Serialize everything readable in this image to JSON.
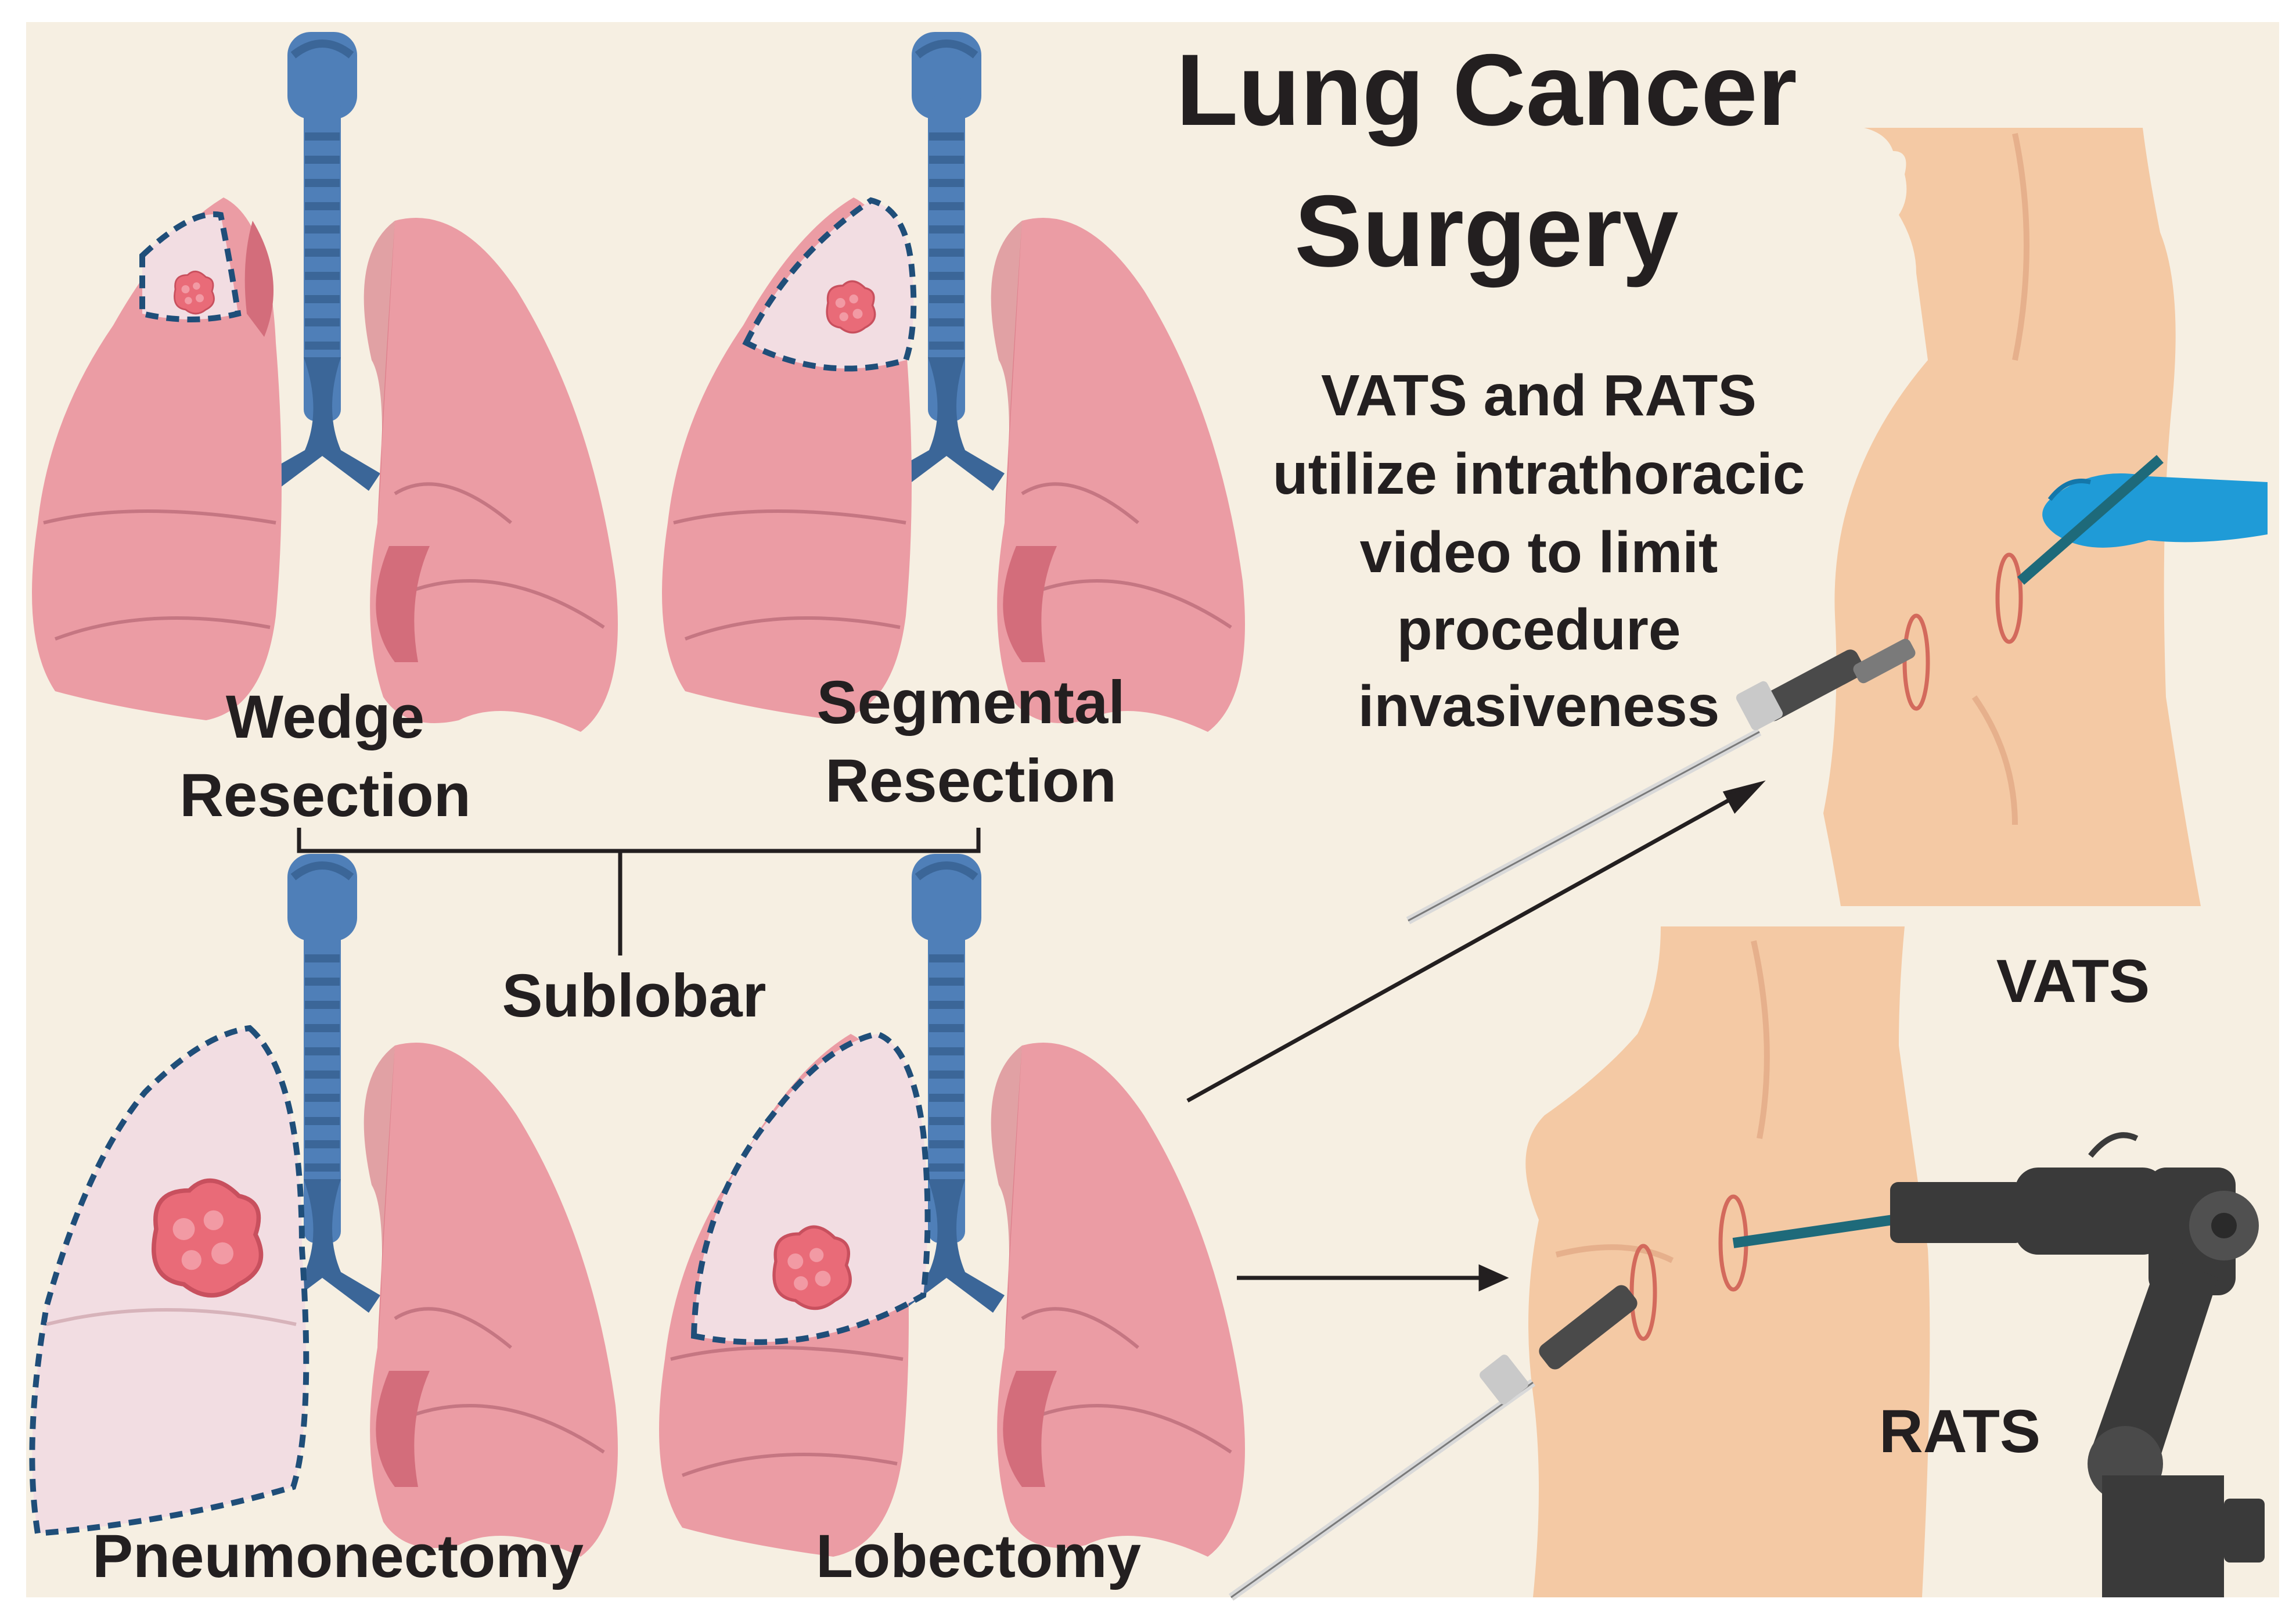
{
  "title": {
    "line1": "Lung Cancer",
    "line2": "Surgery"
  },
  "description": {
    "lines": [
      "VATS and RATS",
      "utilize intrathoracic",
      "video to limit",
      "procedure",
      "invasiveness"
    ]
  },
  "procedures": {
    "wedge": {
      "line1": "Wedge",
      "line2": "Resection"
    },
    "segmental": {
      "line1": "Segmental",
      "line2": "Resection"
    },
    "sublobar": "Sublobar",
    "pneumonectomy": "Pneumonectomy",
    "lobectomy": "Lobectomy"
  },
  "approaches": {
    "vats": "VATS",
    "rats": "RATS"
  },
  "colors": {
    "background": "#f6efe2",
    "lung": "#eb9ca4",
    "lung_dark": "#d36d7b",
    "lung_line": "#c57682",
    "trachea": "#4f7fb8",
    "trachea_dark": "#3b6698",
    "resected_region": "#f2dde2",
    "dash_outline": "#1f4e79",
    "tumor": "#e96b78",
    "skin": "#f4c9a4",
    "skin_shade": "#e6b08c",
    "glove": "#1f9bd7",
    "robot": "#3a3a3a",
    "text": "#231f20"
  }
}
